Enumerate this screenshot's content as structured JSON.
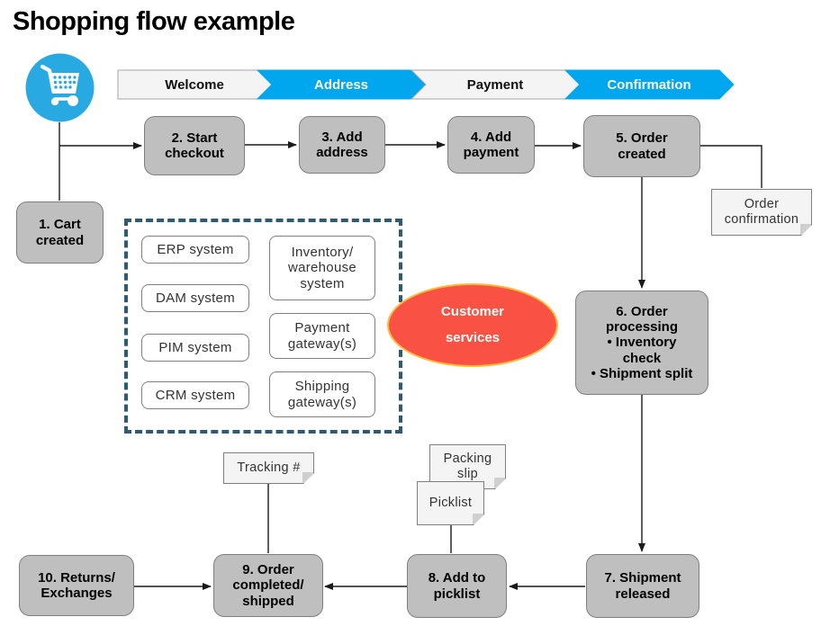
{
  "title": "Shopping flow example",
  "progress": {
    "steps": [
      {
        "label": "Welcome",
        "state": "inactive"
      },
      {
        "label": "Address",
        "state": "active"
      },
      {
        "label": "Payment",
        "state": "inactive"
      },
      {
        "label": "Confirmation",
        "state": "active"
      }
    ]
  },
  "flow_nodes": [
    {
      "label": "1. Cart\ncreated"
    },
    {
      "label": "2. Start\ncheckout"
    },
    {
      "label": "3. Add\naddress"
    },
    {
      "label": "4. Add\npayment"
    },
    {
      "label": "5. Order\ncreated"
    },
    {
      "label": "6. Order\nprocessing\n• Inventory\ncheck\n• Shipment split"
    },
    {
      "label": "7. Shipment\nreleased"
    },
    {
      "label": "8. Add to\npicklist"
    },
    {
      "label": "9. Order\ncompleted/\nshipped"
    },
    {
      "label": "10. Returns/\nExchanges"
    }
  ],
  "systems_panel": {
    "items": [
      "ERP system",
      "DAM system",
      "PIM system",
      "CRM system",
      "Inventory/\nwarehouse\nsystem",
      "Payment\ngateway(s)",
      "Shipping\ngateway(s)"
    ]
  },
  "customer_services": {
    "label": "Customer\nservices"
  },
  "notes": [
    {
      "label": "Order\nconfirmation"
    },
    {
      "label": "Tracking #"
    },
    {
      "label": "Packing\nslip"
    },
    {
      "label": "Picklist"
    }
  ],
  "colors": {
    "step_active": "#00A7EE",
    "step_inactive": "#F4F4F4",
    "step_border": "#A6A6A6",
    "step_active_text": "#FFFFFF",
    "step_inactive_text": "#111111",
    "node_fill": "#BFBFBF",
    "node_border": "#7F7F7F",
    "panel_border": "#2E5B73",
    "ellipse_fill": "#F95244",
    "ellipse_border": "#FFB935",
    "cart_blue": "#29A9E1",
    "note_fill": "#F4F4F4",
    "connector": "#1A1A1A"
  }
}
